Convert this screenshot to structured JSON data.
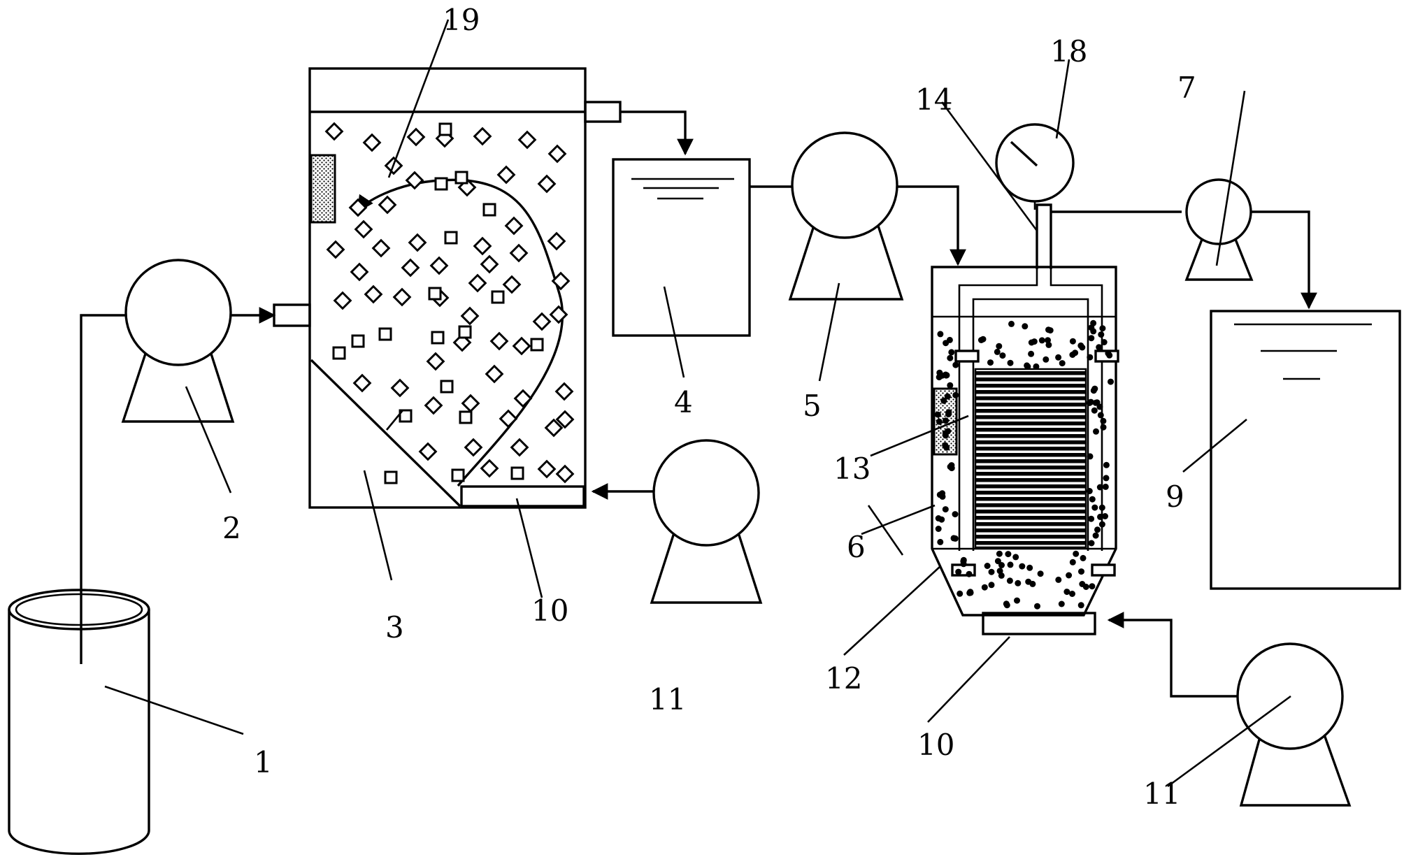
{
  "labels": {
    "l1": "1",
    "l2": "2",
    "l3": "3",
    "l4": "4",
    "l5": "5",
    "l6": "6",
    "l7": "7",
    "l9": "9",
    "l10a": "10",
    "l10b": "10",
    "l11a": "11",
    "l11b": "11",
    "l12": "12",
    "l13": "13",
    "l14": "14",
    "l18": "18",
    "l19": "19"
  }
}
